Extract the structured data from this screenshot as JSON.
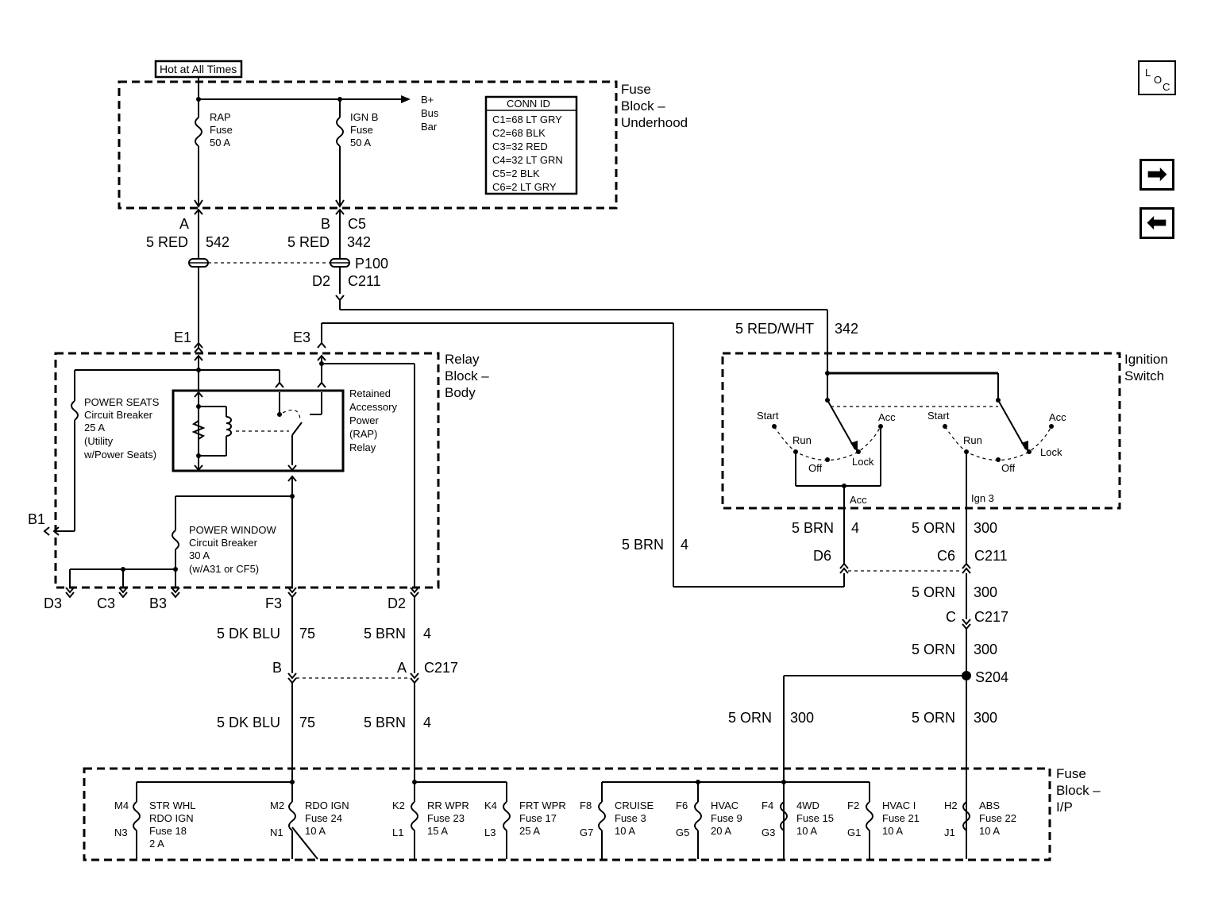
{
  "nav": {
    "loc_l": "L",
    "loc_o": "O",
    "loc_c": "C",
    "next_icon": "➡",
    "prev_icon": "⬅"
  },
  "hot_label": "Hot at All Times",
  "fuse_block_underhood": {
    "title": [
      "Fuse",
      "Block –",
      "Underhood"
    ],
    "rap_fuse": [
      "RAP",
      "Fuse",
      "50 A"
    ],
    "ign_b_fuse": [
      "IGN B",
      "Fuse",
      "50 A"
    ],
    "bus": [
      "B+",
      "Bus",
      "Bar"
    ],
    "conn_id_header": "CONN ID",
    "conn_ids": [
      "C1=68 LT GRY",
      "C2=68 BLK",
      "C3=32 RED",
      "C4=32 LT GRN",
      "C5=2 BLK",
      "C6=2 LT GRY"
    ]
  },
  "wires_top": {
    "pin_a": "A",
    "pin_b": "B",
    "conn_c5": "C5",
    "wire1_color": "5 RED",
    "wire1_circuit": "542",
    "wire2_color": "5 RED",
    "wire2_circuit": "342",
    "p100": "P100",
    "d2": "D2",
    "c211": "C211",
    "red_wht": "5 RED/WHT",
    "red_wht_circuit": "342",
    "e1": "E1",
    "e3": "E3"
  },
  "relay_block": {
    "title": [
      "Relay",
      "Block –",
      "Body"
    ],
    "power_seats": [
      "POWER SEATS",
      "Circuit Breaker",
      "25 A",
      "(Utility",
      "w/Power Seats)"
    ],
    "rap_relay": [
      "Retained",
      "Accessory",
      "Power",
      "(RAP)",
      "Relay"
    ],
    "power_window": [
      "POWER WINDOW",
      "Circuit Breaker",
      "30 A",
      "(w/A31 or CF5)"
    ],
    "b1": "B1",
    "d3": "D3",
    "c3": "C3",
    "b3": "B3",
    "f3": "F3",
    "d2": "D2"
  },
  "ignition_switch": {
    "title": [
      "Ignition",
      "Switch"
    ],
    "left": {
      "start": "Start",
      "run": "Run",
      "off": "Off",
      "lock": "Lock",
      "acc": "Acc"
    },
    "right": {
      "start": "Start",
      "run": "Run",
      "off": "Off",
      "lock": "Lock",
      "acc": "Acc"
    },
    "out_acc": "Acc",
    "out_ign3": "Ign 3"
  },
  "wires_mid": {
    "brn_left_color": "5 BRN",
    "brn_left_circuit": "4",
    "brn_right_color": "5 BRN",
    "brn_right_circuit": "4",
    "orn1_color": "5 ORN",
    "orn1_circuit": "300",
    "d6": "D6",
    "c6": "C6",
    "c211": "C211",
    "orn2_color": "5 ORN",
    "orn2_circuit": "300",
    "pin_c": "C",
    "c217": "C217",
    "orn3_color": "5 ORN",
    "orn3_circuit": "300",
    "s204": "S204",
    "orn4_color": "5 ORN",
    "orn4_circuit": "300",
    "orn5_color": "5 ORN",
    "orn5_circuit": "300"
  },
  "wires_low": {
    "dkblu1_color": "5 DK BLU",
    "dkblu1_circuit": "75",
    "brn1_color": "5 BRN",
    "brn1_circuit": "4",
    "pin_b": "B",
    "pin_a": "A",
    "c217": "C217",
    "dkblu2_color": "5 DK BLU",
    "dkblu2_circuit": "75",
    "brn2_color": "5 BRN",
    "brn2_circuit": "4"
  },
  "fuse_block_ip": {
    "title": [
      "Fuse",
      "Block –",
      "I/P"
    ],
    "fuses": [
      {
        "top": "M4",
        "bottom": "N3",
        "label": [
          "STR WHL",
          "RDO IGN",
          "Fuse 18",
          "2 A"
        ]
      },
      {
        "top": "M2",
        "bottom": "N1",
        "label": [
          "RDO IGN",
          "Fuse 24",
          "10 A"
        ]
      },
      {
        "top": "K2",
        "bottom": "L1",
        "label": [
          "RR WPR",
          "Fuse 23",
          "15 A"
        ]
      },
      {
        "top": "K4",
        "bottom": "L3",
        "label": [
          "FRT WPR",
          "Fuse 17",
          "25 A"
        ]
      },
      {
        "top": "F8",
        "bottom": "G7",
        "label": [
          "CRUISE",
          "Fuse 3",
          "10 A"
        ]
      },
      {
        "top": "F6",
        "bottom": "G5",
        "label": [
          "HVAC",
          "Fuse 9",
          "20 A"
        ]
      },
      {
        "top": "F4",
        "bottom": "G3",
        "label": [
          "4WD",
          "Fuse 15",
          "10 A"
        ]
      },
      {
        "top": "F2",
        "bottom": "G1",
        "label": [
          "HVAC I",
          "Fuse 21",
          "10 A"
        ]
      },
      {
        "top": "H2",
        "bottom": "J1",
        "label": [
          "ABS",
          "Fuse 22",
          "10 A"
        ]
      }
    ]
  }
}
